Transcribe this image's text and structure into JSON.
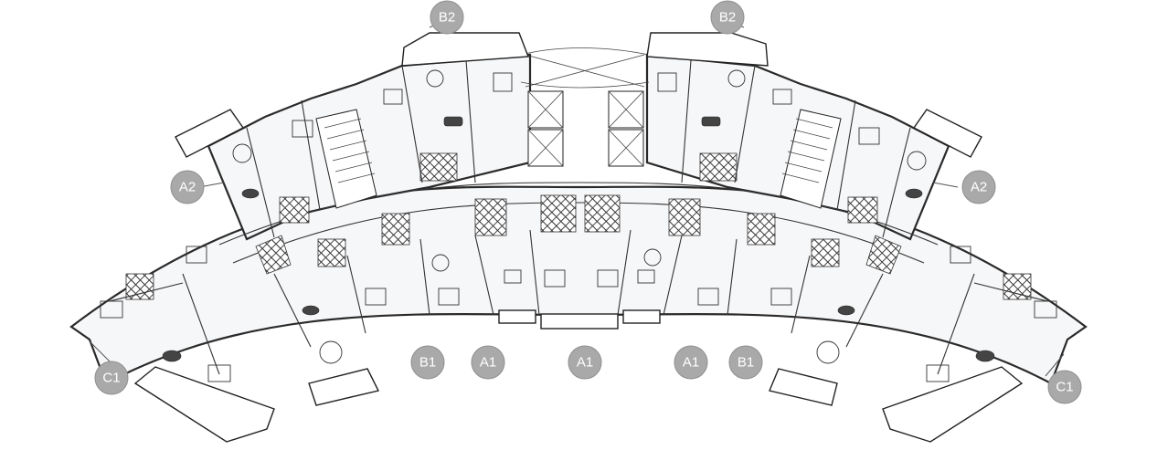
{
  "units": [
    {
      "label": "B2"
    },
    {
      "label": "B2"
    },
    {
      "label": "A2"
    },
    {
      "label": "A2"
    },
    {
      "label": "C1"
    },
    {
      "label": "B1"
    },
    {
      "label": "A1"
    },
    {
      "label": "A1"
    },
    {
      "label": "A1"
    },
    {
      "label": "B1"
    },
    {
      "label": "C1"
    }
  ]
}
